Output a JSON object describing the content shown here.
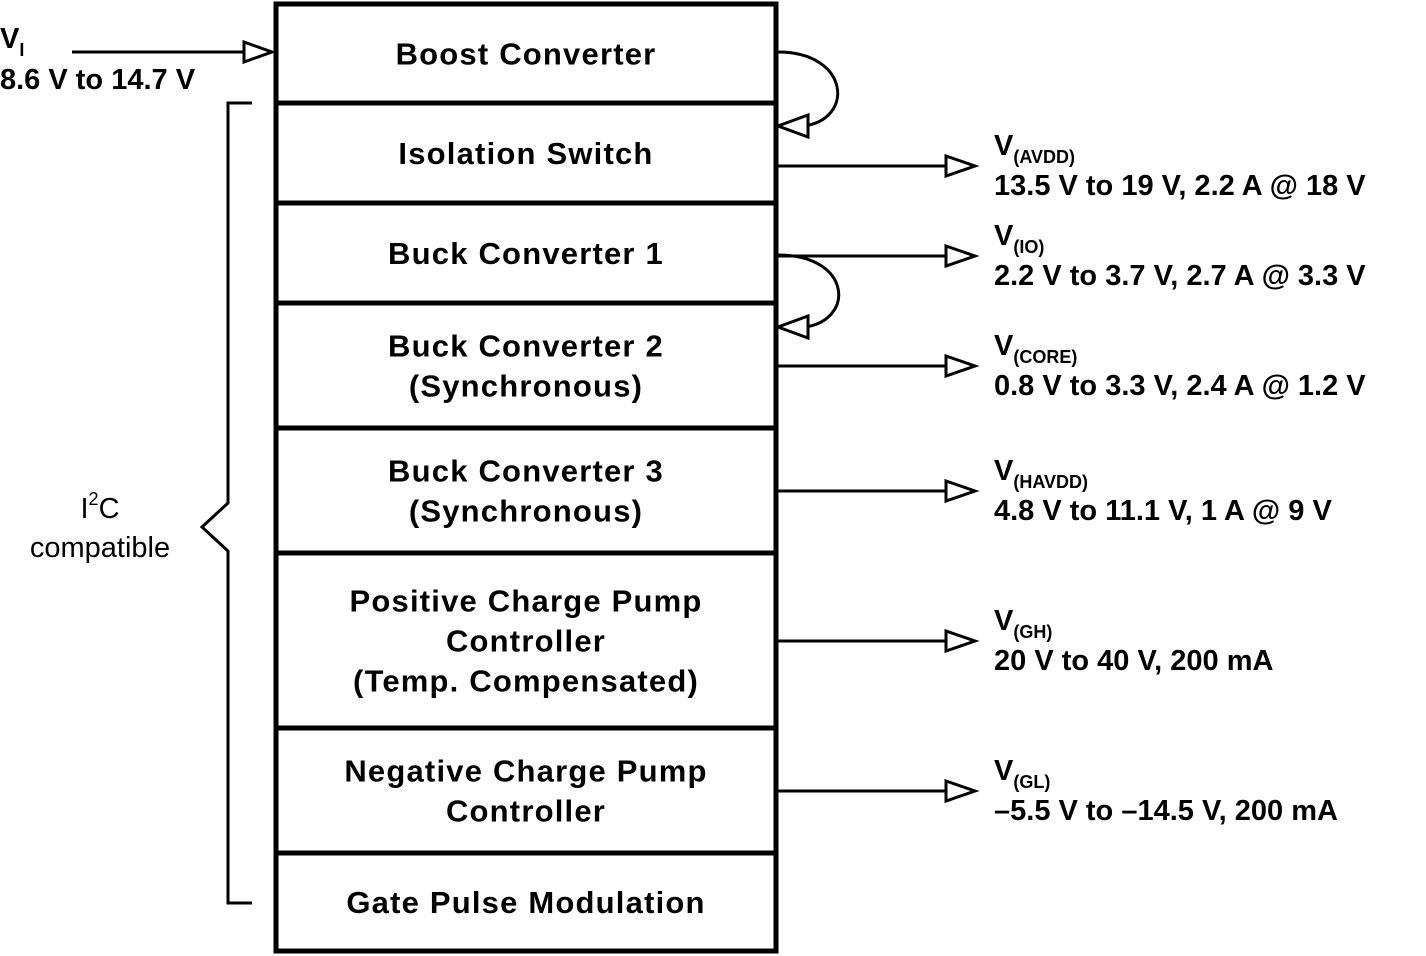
{
  "input": {
    "name": "V",
    "subscript": "I",
    "range": "8.6 V to 14.7 V"
  },
  "bus": {
    "line1_main": "I",
    "line1_sup": "2",
    "line1_tail": "C",
    "line2": "compatible"
  },
  "blocks": [
    {
      "lines": [
        "Boost Converter"
      ]
    },
    {
      "lines": [
        "Isolation Switch"
      ]
    },
    {
      "lines": [
        "Buck Converter 1"
      ]
    },
    {
      "lines": [
        "Buck Converter 2",
        "(Synchronous)"
      ]
    },
    {
      "lines": [
        "Buck Converter 3",
        "(Synchronous)"
      ]
    },
    {
      "lines": [
        "Positive Charge Pump",
        "Controller",
        "(Temp. Compensated)"
      ]
    },
    {
      "lines": [
        "Negative Charge Pump",
        "Controller"
      ]
    },
    {
      "lines": [
        "Gate Pulse Modulation"
      ]
    }
  ],
  "outputs": [
    {
      "name": "V",
      "subscript": "(AVDD)",
      "spec": "13.5 V to 19 V, 2.2 A @ 18 V"
    },
    {
      "name": "V",
      "subscript": "(IO)",
      "spec": "2.2 V to 3.7 V, 2.7 A @ 3.3 V"
    },
    {
      "name": "V",
      "subscript": "(CORE)",
      "spec": "0.8 V to 3.3 V, 2.4 A @ 1.2 V"
    },
    {
      "name": "V",
      "subscript": "(HAVDD)",
      "spec": "4.8 V to 11.1 V, 1 A @ 9 V"
    },
    {
      "name": "V",
      "subscript": "(GH)",
      "spec": "20 V to 40 V, 200 mA"
    },
    {
      "name": "V",
      "subscript": "(GL)",
      "spec": "–5.5 V to –14.5 V, 200 mA"
    }
  ]
}
